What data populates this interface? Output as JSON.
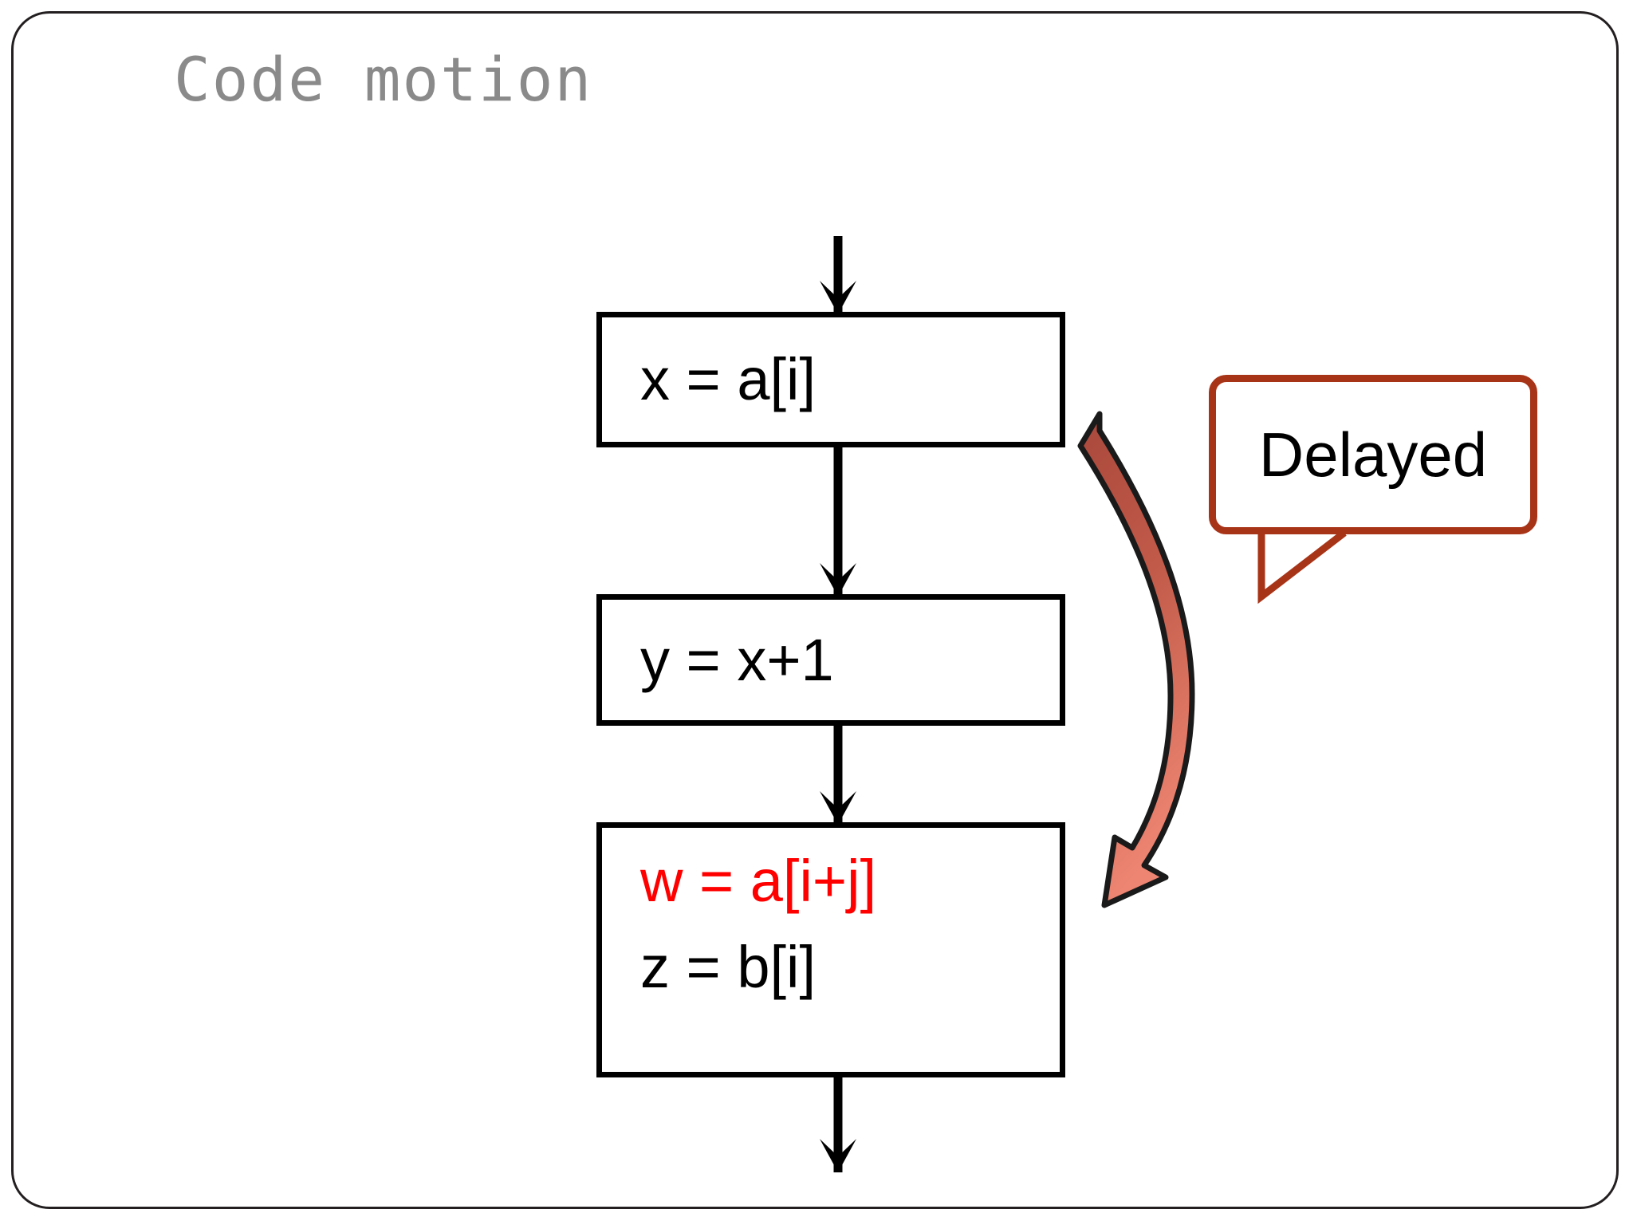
{
  "slide": {
    "title": "Code motion",
    "background_color": "#ffffff",
    "frame_color": "#231f20"
  },
  "diagram": {
    "type": "flowchart",
    "blocks": [
      {
        "id": "block-1",
        "lines": [
          {
            "text": "x = a[i]",
            "color": "#000000"
          }
        ]
      },
      {
        "id": "block-2",
        "lines": [
          {
            "text": "y = x+1",
            "color": "#000000"
          }
        ]
      },
      {
        "id": "block-3",
        "lines": [
          {
            "text": "w = a[i+j]",
            "color": "#ff0000"
          },
          {
            "text": "z = b[i]",
            "color": "#000000"
          }
        ]
      }
    ],
    "edges": [
      {
        "from": "entry",
        "to": "block-1"
      },
      {
        "from": "block-1",
        "to": "block-2"
      },
      {
        "from": "block-2",
        "to": "block-3"
      },
      {
        "from": "block-3",
        "to": "exit"
      }
    ],
    "annotation": {
      "label": "Delayed",
      "border_color": "#a83418",
      "text_color": "#000000",
      "points_at": "block-3"
    },
    "motion_arrow": {
      "fill_color": "#e06a55",
      "stroke_color": "#1a1a1a",
      "from": "block-1",
      "to": "block-3"
    }
  }
}
